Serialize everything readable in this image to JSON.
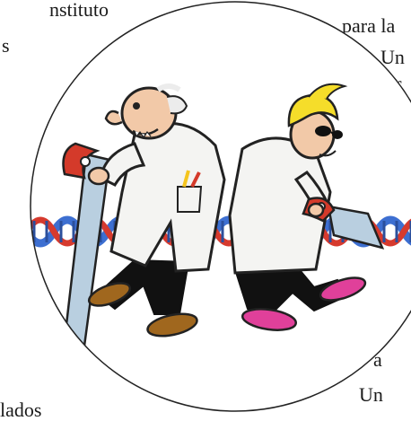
{
  "text_fragments": {
    "top_left_1": "nstituto",
    "top_left_2": "s",
    "top_right_1": "para la",
    "top_right_2": "Un",
    "top_right_3": "f",
    "bottom_left_1": "lados",
    "bottom_right_1": "a",
    "bottom_right_2": "Un"
  },
  "illustration": {
    "subject": "Two scientists sawing a DNA double helix",
    "colors": {
      "circle_border": "#222222",
      "helix_blue": "#3d6fd1",
      "helix_red": "#d63a2e",
      "coat": "#f4f4f2",
      "pants": "#111111",
      "saw_blade": "#b9cfe0",
      "saw_handle_left": "#d43a2a",
      "saw_handle_right": "#d43a2a",
      "shoe_left": "#a0671e",
      "shoe_right": "#e0409a",
      "hair_left": "#ececec",
      "hair_right": "#f5dd2a",
      "skin": "#f2c9a8"
    }
  }
}
